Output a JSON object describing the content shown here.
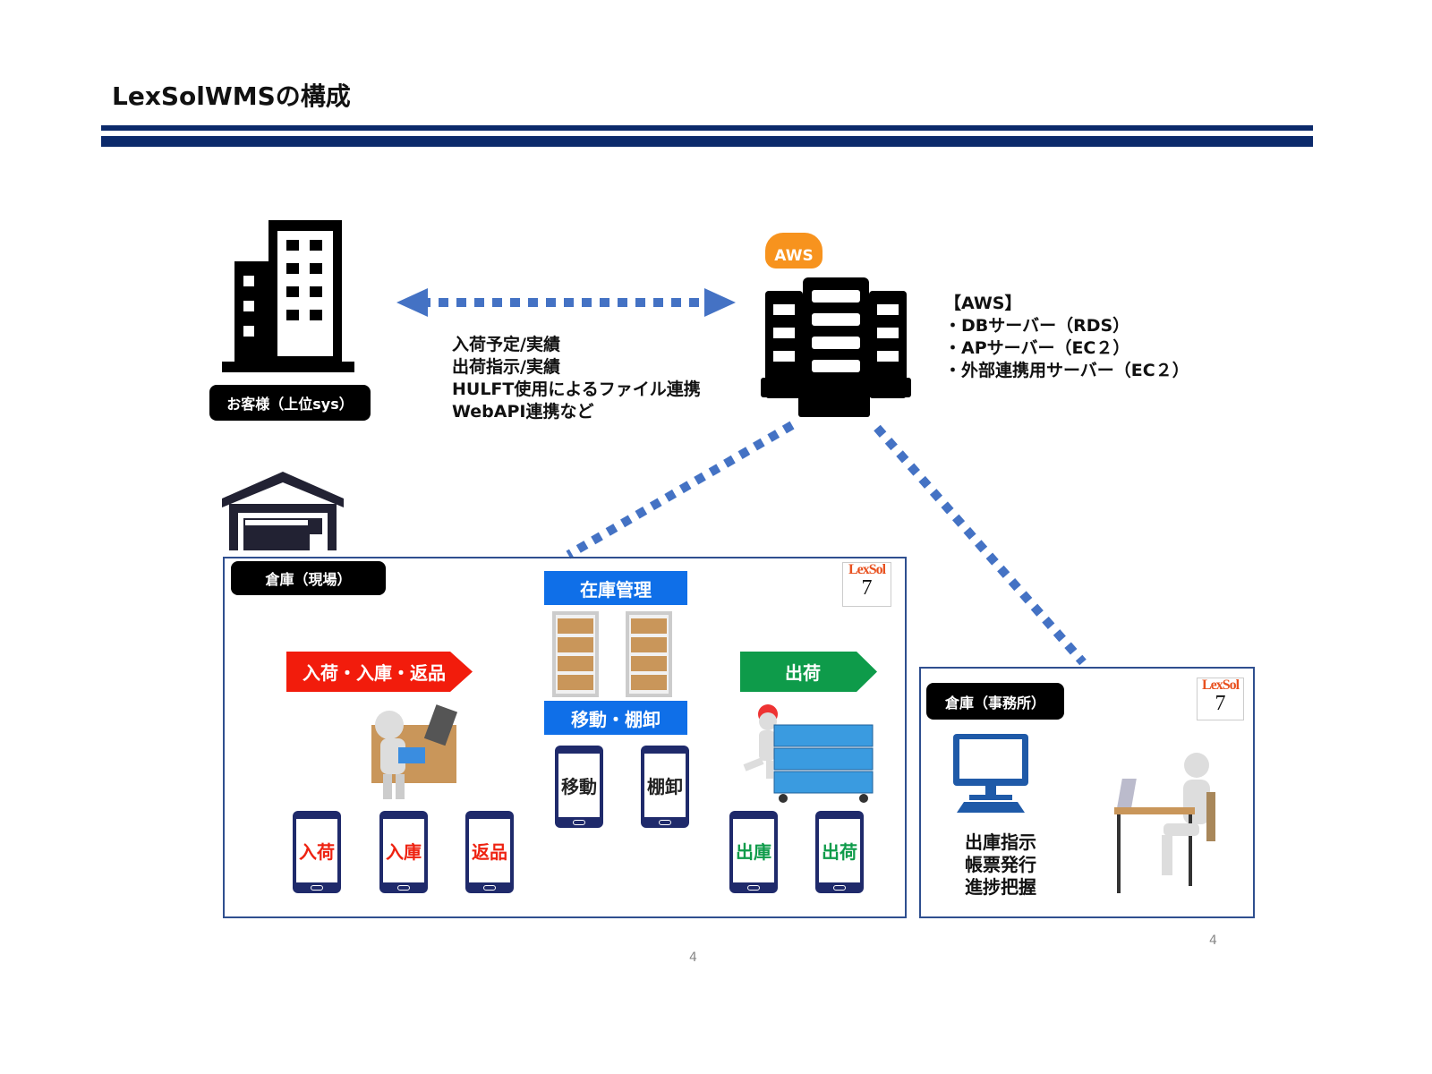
{
  "title": "LexSolWMSの構成",
  "customer": {
    "label": "お客様（上位sys）"
  },
  "integration": {
    "lines": [
      "入荷予定/実績",
      "出荷指示/実績",
      "HULFT使用によるファイル連携",
      "WebAPI連携など"
    ]
  },
  "aws": {
    "cloud_label": "AWS",
    "heading": "【AWS】",
    "items": [
      "・DBサーバー（RDS）",
      "・APサーバー（EC２）",
      "・外部連携用サーバー（EC２）"
    ]
  },
  "site": {
    "label": "倉庫（現場）",
    "inventory": "在庫管理",
    "move": "移動・棚卸",
    "inbound": "入荷・入庫・返品",
    "outbound": "出荷",
    "phones_in": [
      "入荷",
      "入庫",
      "返品"
    ],
    "phones_mid": [
      "移動",
      "棚卸"
    ],
    "phones_out": [
      "出庫",
      "出荷"
    ]
  },
  "office": {
    "label": "倉庫（事務所）",
    "lines": [
      "出庫指示",
      "帳票発行",
      "進捗把握"
    ]
  },
  "logo": {
    "top": "LexSol",
    "bottom": "7"
  },
  "page_numbers": [
    "4",
    "4"
  ],
  "colors": {
    "navy": "#0c2a6b",
    "blue": "#0f6fe8",
    "red": "#f21c0c",
    "green": "#0e9b4a",
    "dots": "#4472c4",
    "aws": "#f7931e"
  }
}
